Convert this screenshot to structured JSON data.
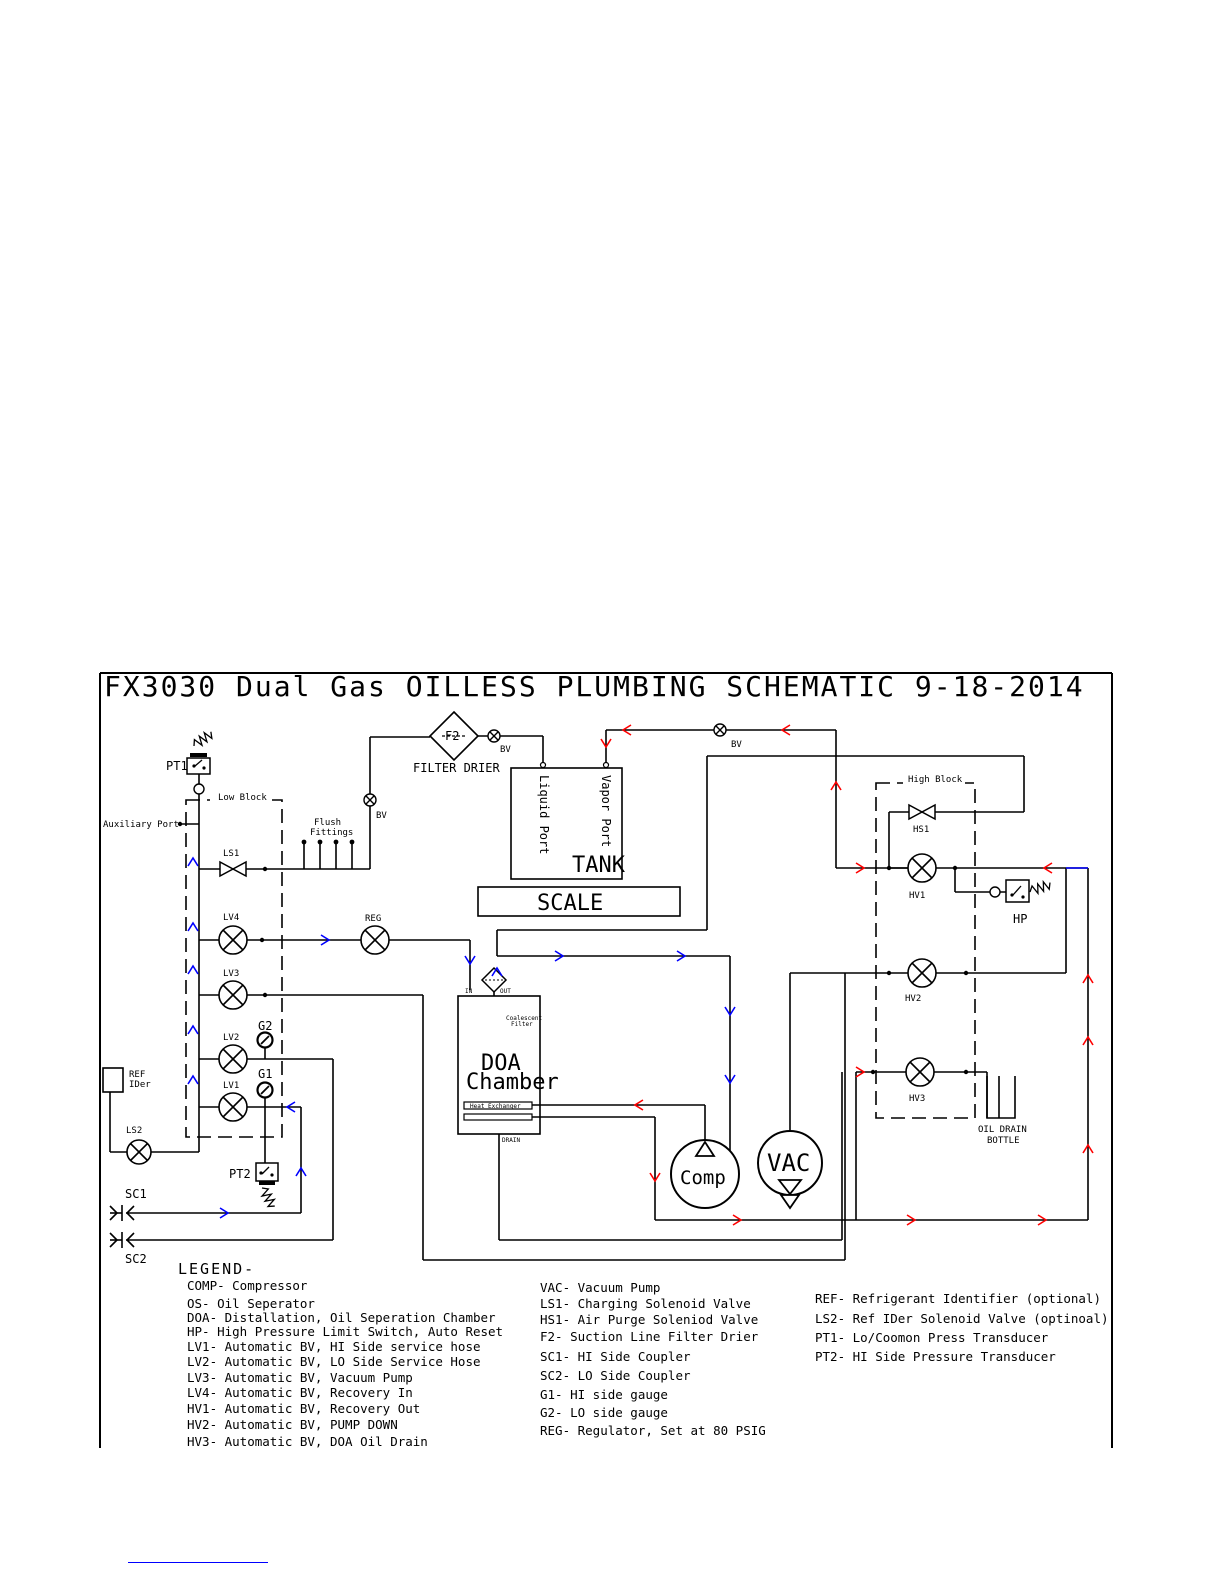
{
  "title": "FX3030 Dual Gas OILLESS PLUMBING SCHEMATIC 9-18-2014",
  "colors": {
    "flow_red": "#ff0000",
    "flow_blue": "#0000ff",
    "line": "#000000"
  },
  "blocks": {
    "low_block": "Low Block",
    "high_block": "High Block"
  },
  "components": {
    "pt1": "PT1",
    "pt2": "PT2",
    "aux_port": "Auxiliary Port",
    "flush_1": "Flush",
    "flush_2": "Fittings",
    "ls1": "LS1",
    "ls2": "LS2",
    "lv4": "LV4",
    "lv3": "LV3",
    "lv2": "LV2",
    "lv1": "LV1",
    "g1": "G1",
    "g2": "G2",
    "ref_1": "REF",
    "ref_2": "IDer",
    "sc1": "SC1",
    "sc2": "SC2",
    "reg": "REG",
    "bv": "BV",
    "f2": "F2",
    "filter_drier": "FILTER DRIER",
    "liquid_port": "Liquid Port",
    "vapor_port": "Vapor Port",
    "tank": "TANK",
    "scale": "SCALE",
    "doa_in": "IN",
    "doa_out": "OUT",
    "coalescent_1": "Coalescent",
    "coalescent_2": "Filter",
    "doa_1": "DOA",
    "doa_2": "Chamber",
    "heat_exchanger": "Heat Exchanger",
    "drain": "DRAIN",
    "comp": "Comp",
    "vac": "VAC",
    "hs1": "HS1",
    "hv1": "HV1",
    "hv2": "HV2",
    "hv3": "HV3",
    "hp": "HP",
    "oil_drain_1": "OIL DRAIN",
    "oil_drain_2": "BOTTLE"
  },
  "legend": {
    "title": "LEGEND-",
    "col1": [
      "COMP- Compressor",
      "OS- Oil Seperator",
      "DOA- Distallation, Oil Seperation Chamber",
      "HP- High Pressure Limit Switch, Auto Reset",
      "LV1- Automatic BV, HI Side service hose",
      "LV2- Automatic BV, LO Side Service Hose",
      "LV3- Automatic BV, Vacuum Pump",
      "LV4- Automatic BV, Recovery In",
      "HV1- Automatic BV, Recovery Out",
      "HV2- Automatic BV, PUMP DOWN",
      "HV3- Automatic BV, DOA Oil Drain"
    ],
    "col2": [
      "VAC- Vacuum Pump",
      "LS1- Charging Solenoid Valve",
      "HS1- Air Purge Soleniod Valve",
      "F2- Suction Line Filter Drier",
      "SC1- HI Side Coupler",
      "SC2- LO Side Coupler",
      "G1- HI side gauge",
      "G2- LO side gauge",
      "REG- Regulator, Set at 80 PSIG"
    ],
    "col3": [
      "REF- Refrigerant Identifier (optional)",
      "LS2- Ref IDer Solenoid Valve (optinoal)",
      "PT1- Lo/Coomon Press Transducer",
      "PT2- HI Side Pressure Transducer"
    ]
  }
}
